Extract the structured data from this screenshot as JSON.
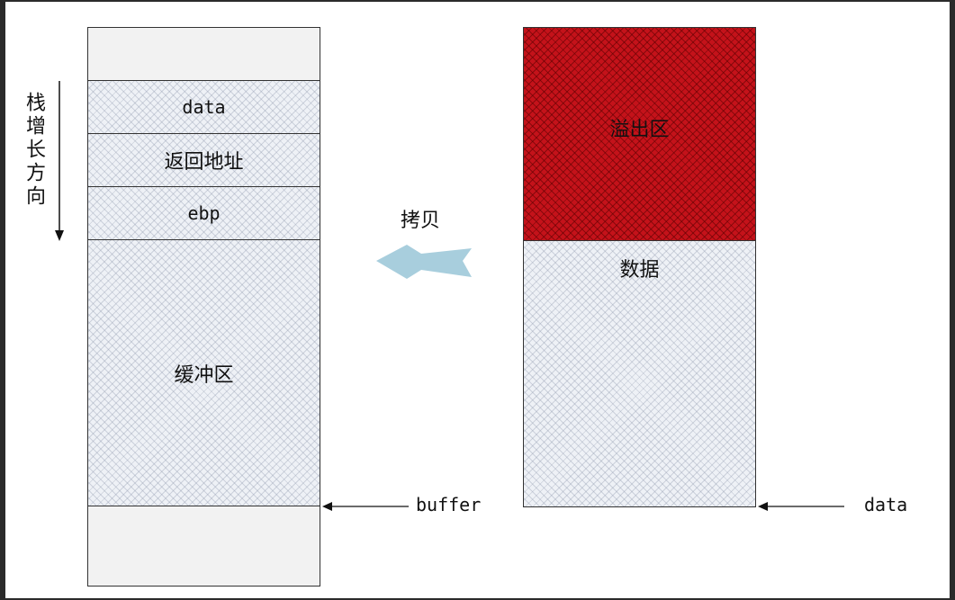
{
  "stack": {
    "cells": [
      {
        "label": ""
      },
      {
        "label": "data"
      },
      {
        "label": "返回地址"
      },
      {
        "label": "ebp"
      },
      {
        "label": "缓冲区"
      },
      {
        "label": ""
      }
    ],
    "direction_label": "栈增长方向",
    "pointer_label": "buffer"
  },
  "source": {
    "overflow_label": "溢出区",
    "data_label": "数据",
    "pointer_label": "data"
  },
  "copy_label": "拷贝",
  "colors": {
    "overflow": "#c4121a",
    "arrow": "#a8cedd",
    "hatch": "#eef1f6"
  }
}
